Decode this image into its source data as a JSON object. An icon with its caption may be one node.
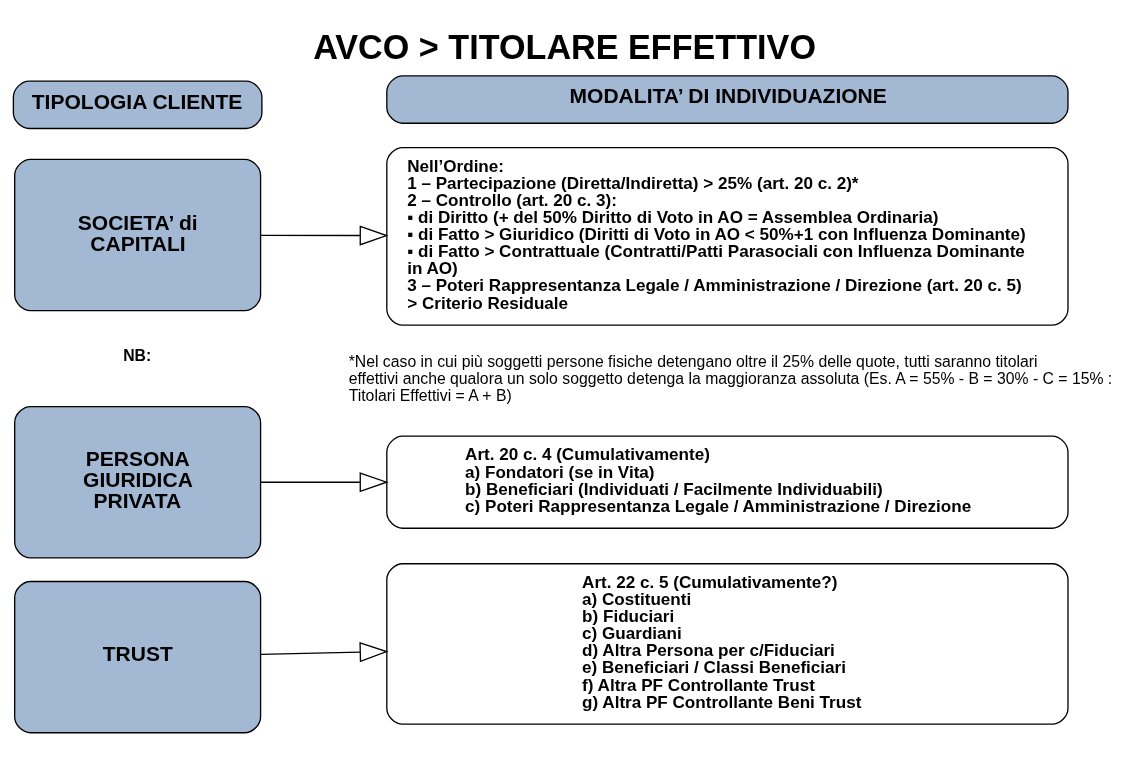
{
  "diagram": {
    "title": "AVCO > TITOLARE EFFETTIVO",
    "nodes": [
      {
        "text": [
          "TIPOLOGIA CLIENTE"
        ]
      },
      {
        "text": [
          "MODALITA’ DI INDIVIDUAZIONE"
        ]
      },
      {
        "text": [
          "SOCIETA’ di CAPITALI"
        ]
      },
      {
        "text": [
          "Nell’Ordine:",
          "1 – Partecipazione (Diretta/Indiretta) > 25% (art. 20 c. 2)*",
          "2 – Controllo (art. 20 c. 3):",
          "▪ di Diritto (+ del 50% Diritto di Voto in AO = Assemblea Ordinaria)",
          "▪ di Fatto > Giuridico (Diritti di Voto in AO < 50%+1 con Influenza Dominante)",
          "▪ di Fatto > Contrattuale (Contratti/Patti Parasociali con Influenza Dominante in AO)",
          "3 – Poteri Rappresentanza Legale / Amministrazione / Direzione (art. 20 c. 5) > Criterio Residuale"
        ]
      },
      {
        "text": [
          "PERSONA GIURIDICA PRIVATA"
        ]
      },
      {
        "text": [
          "Art. 20 c. 4 (Cumulativamente)",
          "a) Fondatori (se in Vita)",
          "b) Beneficiari (Individuati / Facilmente Individuabili)",
          "c) Poteri Rappresentanza Legale / Amministrazione / Direzione"
        ]
      },
      {
        "text": [
          "TRUST"
        ]
      },
      {
        "text": [
          "Art. 22 c. 5 (Cumulativamente?)",
          "a) Costituenti",
          "b) Fiduciari",
          "c) Guardiani",
          "d) Altra Persona per c/Fiduciari",
          "e) Beneficiari / Classi Beneficiari",
          "f) Altra PF Controllante Trust",
          "g) Altra PF Controllante Beni Trust"
        ]
      }
    ],
    "edges": [
      {
        "from": 2,
        "to": 3,
        "arrow": "to"
      },
      {
        "from": 4,
        "to": 5,
        "arrow": "to"
      },
      {
        "from": 6,
        "to": 7,
        "arrow": "to"
      }
    ],
    "labels": [
      "NB:",
      "*Nel caso in cui più soggetti persone fisiche detengano oltre il 25% delle quote, tutti saranno titolari effettivi anche qualora un solo soggetto detenga la maggioranza assoluta (Es. A = 55% - B = 30% - C = 15% : Titolari Effettivi = A + B)"
    ]
  }
}
